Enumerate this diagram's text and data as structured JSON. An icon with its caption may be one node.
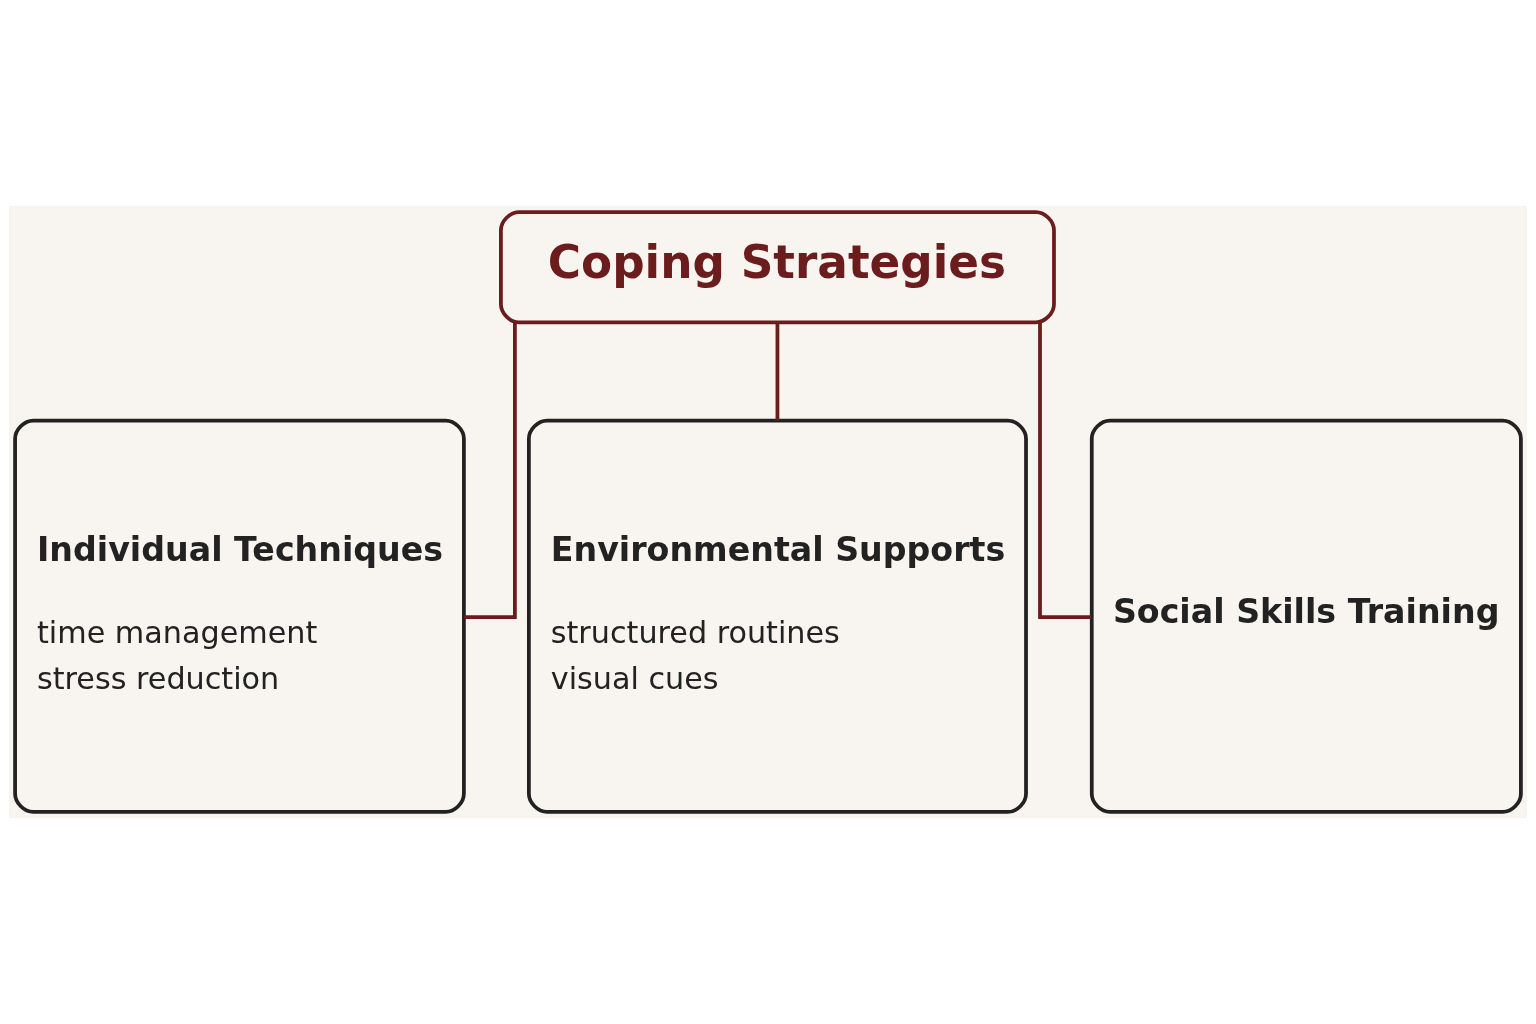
{
  "diagram": {
    "nodes": [
      {
        "text": [
          "Coping Strategies"
        ]
      },
      {
        "text": [
          "Individual Techniques",
          "time management",
          "stress reduction"
        ]
      },
      {
        "text": [
          "Environmental Supports",
          "structured routines",
          "visual cues"
        ]
      },
      {
        "text": [
          "Social Skills Training"
        ]
      }
    ],
    "edges": [
      {
        "from": 0,
        "to": 1,
        "arrow": "none"
      },
      {
        "from": 0,
        "to": 2,
        "arrow": "none"
      },
      {
        "from": 0,
        "to": 3,
        "arrow": "none"
      }
    ]
  }
}
